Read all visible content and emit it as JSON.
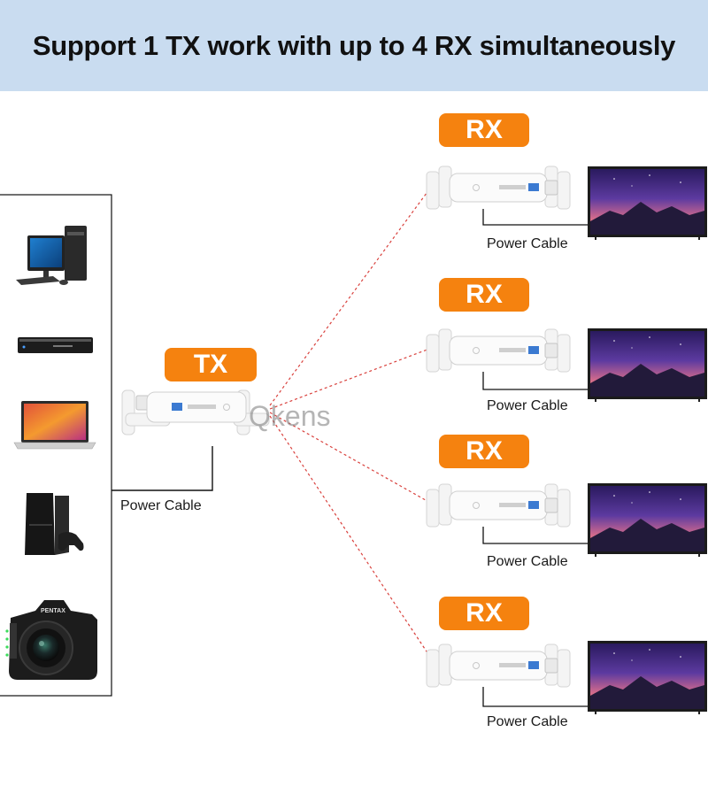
{
  "header": {
    "title": "Support 1 TX work with up to 4 RX simultaneously"
  },
  "transmitter": {
    "tag": "TX",
    "cable_label": "Power Cable"
  },
  "receivers": [
    {
      "tag": "RX",
      "cable_label": "Power Cable"
    },
    {
      "tag": "RX",
      "cable_label": "Power Cable"
    },
    {
      "tag": "RX",
      "cable_label": "Power Cable"
    },
    {
      "tag": "RX",
      "cable_label": "Power Cable"
    }
  ],
  "sources": [
    "desktop-computer-icon",
    "blu-ray-player-icon",
    "laptop-icon",
    "game-console-icon",
    "camera-icon"
  ],
  "watermark": "Qkens",
  "colors": {
    "banner": "#c9dcf0",
    "tag": "#f5820f",
    "wireless_link": "#d9413d"
  }
}
